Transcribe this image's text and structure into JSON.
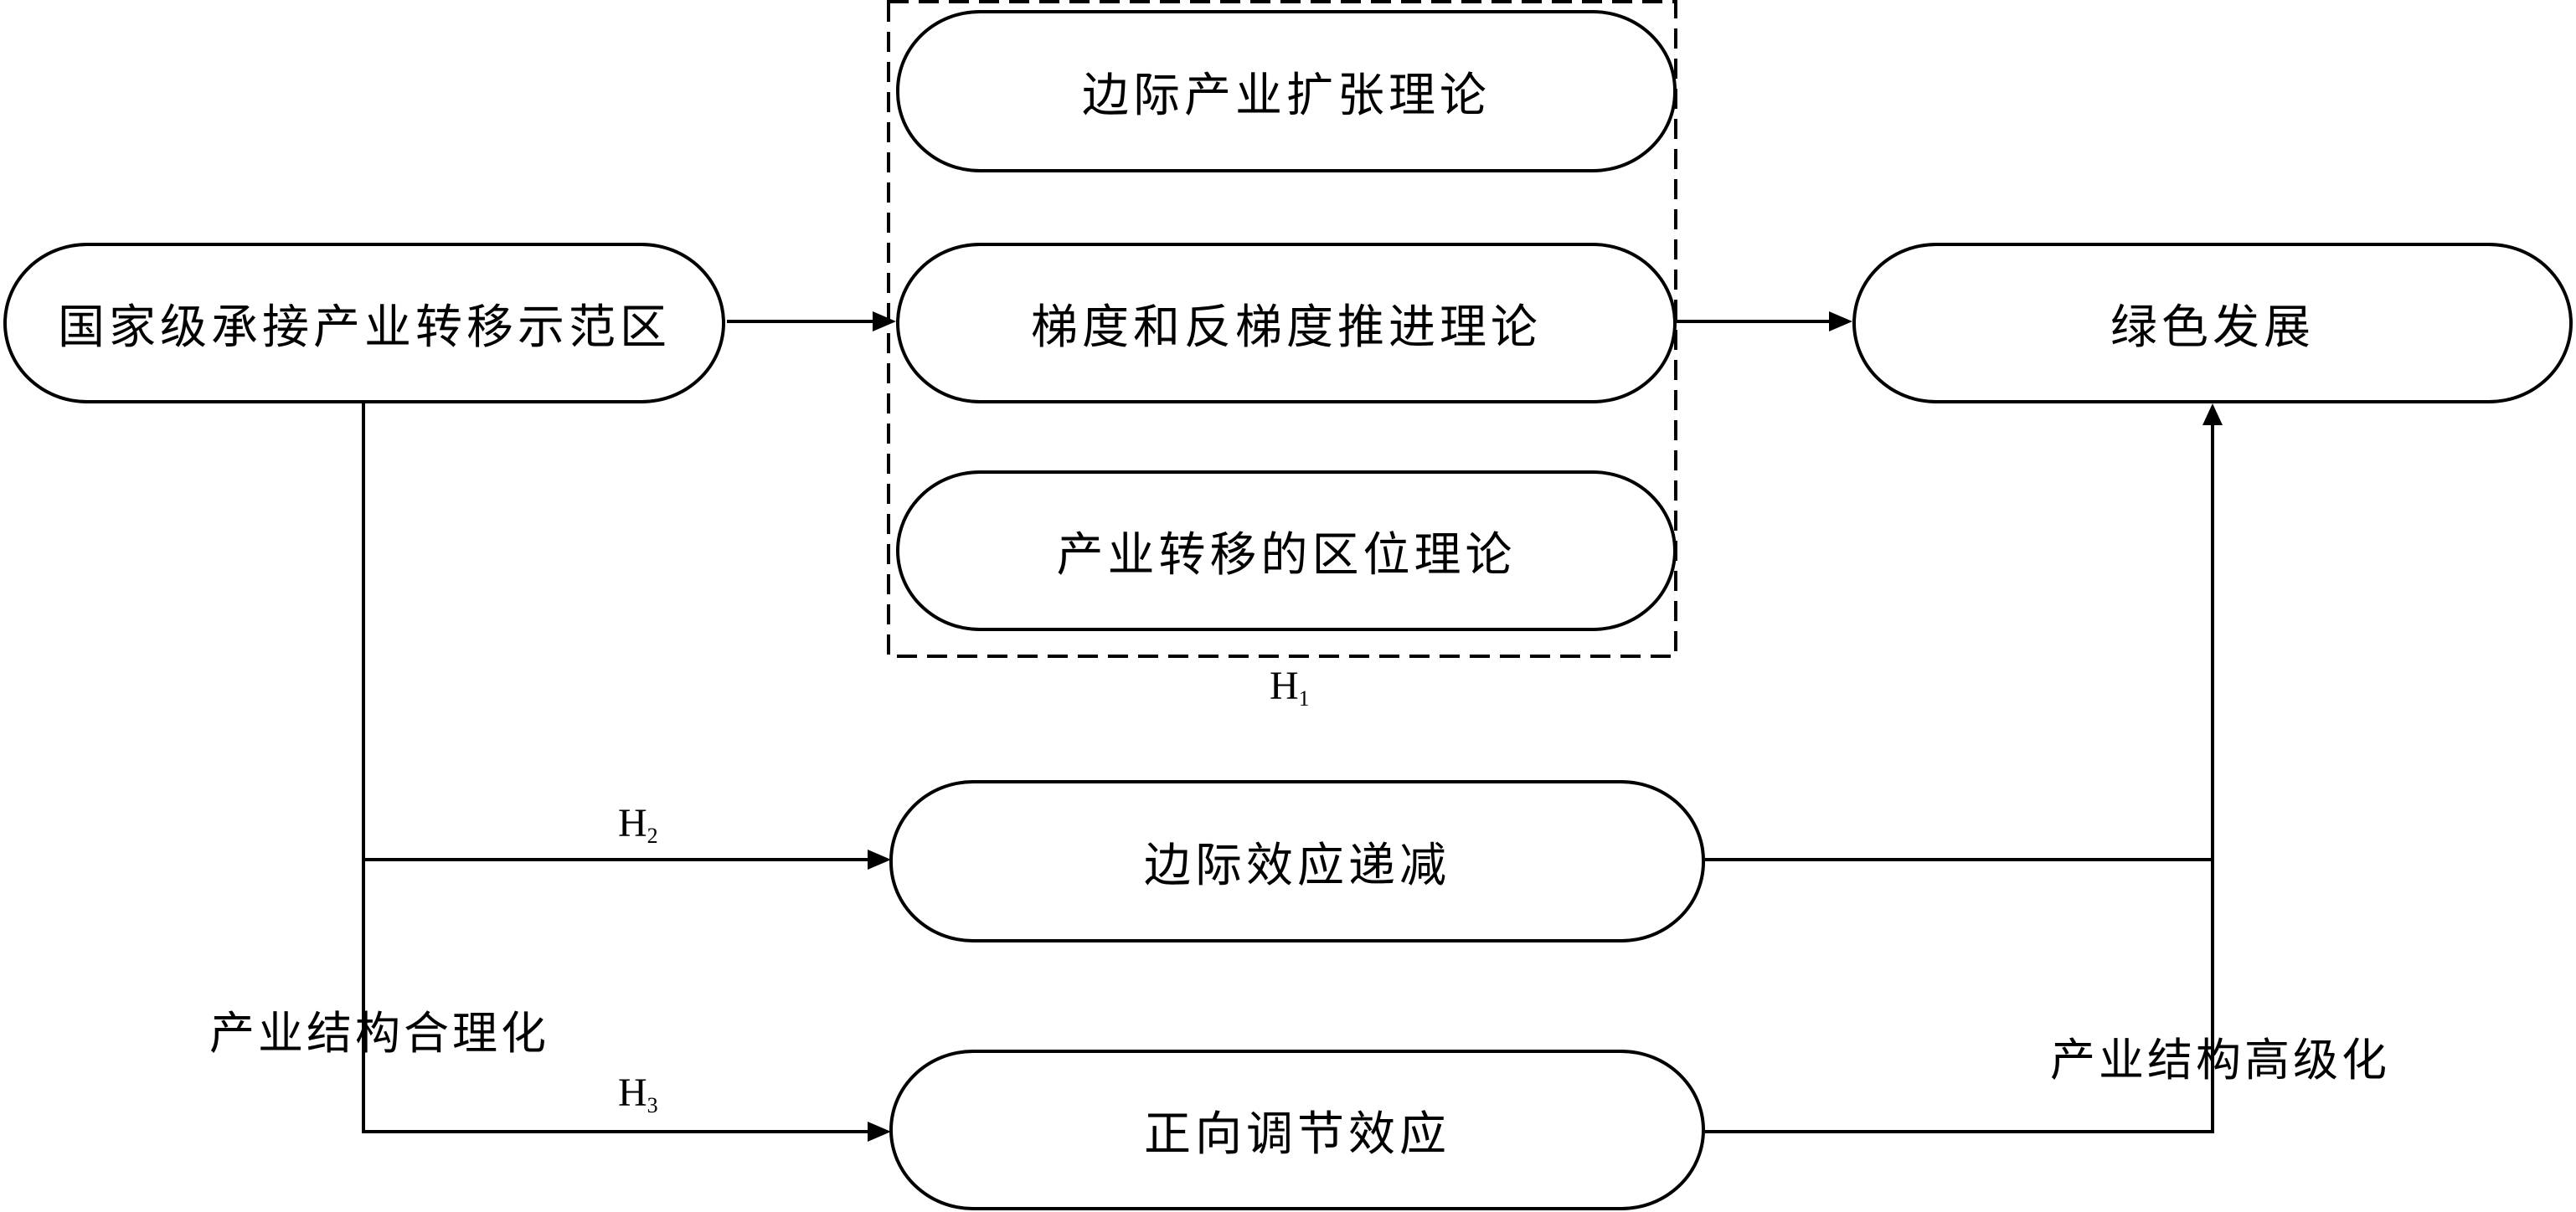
{
  "nodes": {
    "source": "国家级承接产业转移示范区",
    "theory1": "边际产业扩张理论",
    "theory2": "梯度和反梯度推进理论",
    "theory3": "产业转移的区位理论",
    "target": "绿色发展",
    "effect_h2": "边际效应递减",
    "effect_h3": "正向调节效应"
  },
  "labels": {
    "rationalization": "产业结构合理化",
    "advancement": "产业结构高级化"
  },
  "hypotheses": {
    "h1": {
      "letter": "H",
      "sub": "1"
    },
    "h2": {
      "letter": "H",
      "sub": "2"
    },
    "h3": {
      "letter": "H",
      "sub": "3"
    }
  }
}
